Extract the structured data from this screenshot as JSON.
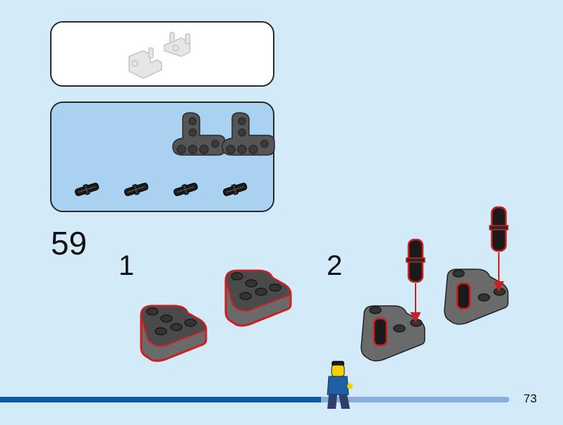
{
  "step": {
    "number": "59",
    "substeps": [
      "1",
      "2"
    ]
  },
  "page": {
    "number": "73",
    "progress_fraction": 0.63
  },
  "parts_list": {
    "items": [
      {
        "name": "angled-t-beam",
        "quantity": 2,
        "color": "#4a4a4a"
      },
      {
        "name": "pin-with-friction",
        "quantity": 4,
        "color": "#1a1a1a"
      }
    ]
  },
  "colors": {
    "background": "#d3eaf8",
    "highlight": "#cc1f1f",
    "progress_fill": "#0a5aa8",
    "progress_track": "#8aaee0"
  },
  "icons": [
    "previous-step-parts-icon",
    "t-beam-icon",
    "pin-icon",
    "minifigure-icon",
    "arrow-down-icon"
  ]
}
